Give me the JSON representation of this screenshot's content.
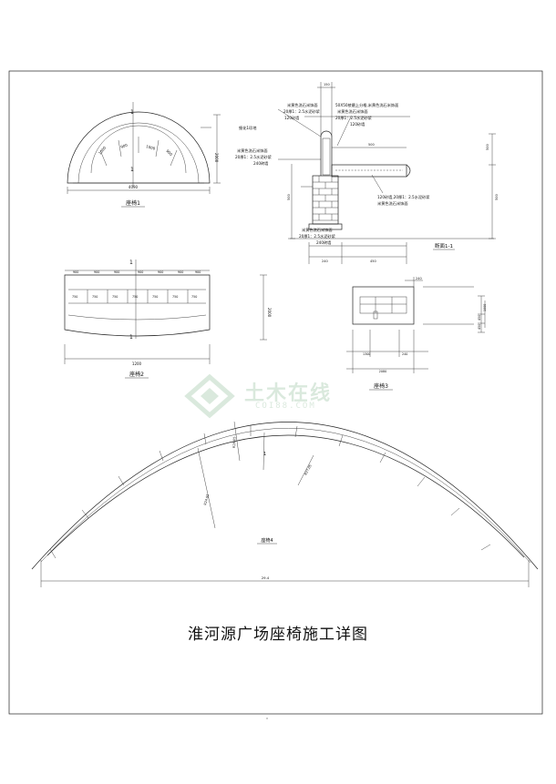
{
  "drawing": {
    "title": "淮河源广场座椅施工详图"
  },
  "plan1": {
    "label": "座椅1",
    "dim_width": "4090",
    "dim_height": "2000",
    "section_mark": "1",
    "seat_labels": [
      "1000",
      "900",
      "1000",
      "900"
    ]
  },
  "section11": {
    "label": "断面1-1",
    "notes": [
      "米黄色洗石米饰面",
      "20厚1：2.5水泥砂浆",
      "120砂墙",
      "50X50棱磨上分格,米黄色洗石米饰面",
      "米黄色洗石米饰面",
      "20厚1：2.5水泥砂浆",
      "120砂墙",
      "细化1珍地",
      "米黄色洗石米饰面",
      "20厚1：2.5水泥砂浆",
      "240砖墙",
      "120砂墙,20厚1：2.5水泥砂浆",
      "米黄色洗石米饰面",
      "米黄色洗石米饰面",
      "20厚1：2.5水泥砂浆",
      "240砖墙"
    ],
    "dims": {
      "top": "150",
      "slab": "500",
      "height_left": "500",
      "height_right": "500",
      "base_left": "240",
      "base_right": "450",
      "bottom": "500"
    }
  },
  "plan2": {
    "label": "座椅2",
    "dim_width": "1200",
    "dim_height": "2000",
    "section_mark": "1",
    "top_dims": [
      "900",
      "900",
      "900",
      "900",
      "900",
      "900",
      "900"
    ],
    "seat_labels": [
      "750",
      "750",
      "750",
      "750",
      "750",
      "750",
      "750"
    ]
  },
  "plan3": {
    "label": "座椅3",
    "dims": {
      "top": "240",
      "width_a": "1300",
      "width_b": "240",
      "total": "2080",
      "height_a": "1000",
      "height_b": "450",
      "height_c": "450"
    }
  },
  "plan4": {
    "label": "座椅4",
    "chord": "29.4",
    "radii": [
      "R28.05",
      "R24.95",
      "R27.05"
    ],
    "section_mark": "1"
  },
  "watermark": {
    "text": "土木在线",
    "sub": "COI88.COM"
  }
}
